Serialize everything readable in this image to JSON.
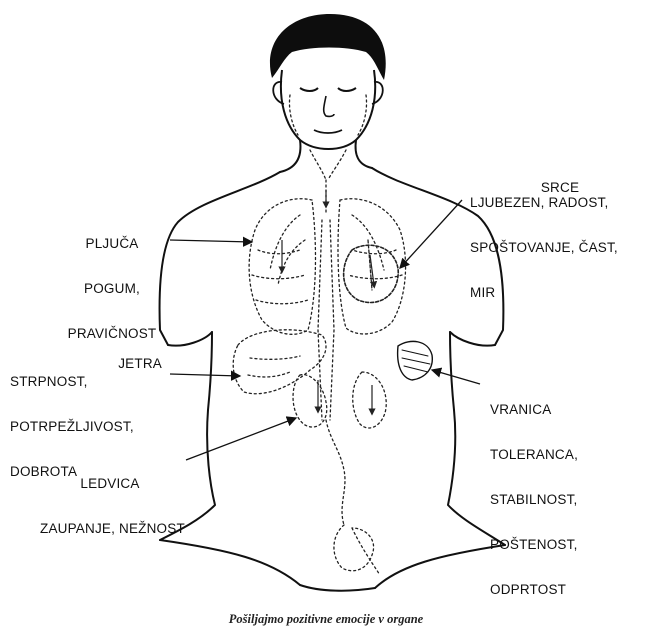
{
  "labels": {
    "srce": {
      "title": "SRCE",
      "lines": [
        "LJUBEZEN, RADOST,",
        "SPOŠTOVANJE, ČAST,",
        "MIR"
      ]
    },
    "pljuca": {
      "title": "PLJUČA",
      "lines": [
        "POGUM,",
        "PRAVIČNOST"
      ]
    },
    "jetra": {
      "title": "JETRA",
      "lines": [
        "STRPNOST,",
        "POTRPEŽLJIVOST,",
        "DOBROTA"
      ]
    },
    "vranica": {
      "title": "VRANICA",
      "lines": [
        "TOLERANCA,",
        "STABILNOST,",
        "POŠTENOST,",
        "ODPRTOST"
      ]
    },
    "ledvica": {
      "title": "LEDVICA",
      "lines": [
        "ZAUPANJE, NEŽNOST"
      ]
    }
  },
  "caption": "Pošiljajmo pozitivne emocije v organe",
  "colors": {
    "ink": "#111111",
    "hair": "#0d0d0d",
    "background": "#ffffff"
  }
}
